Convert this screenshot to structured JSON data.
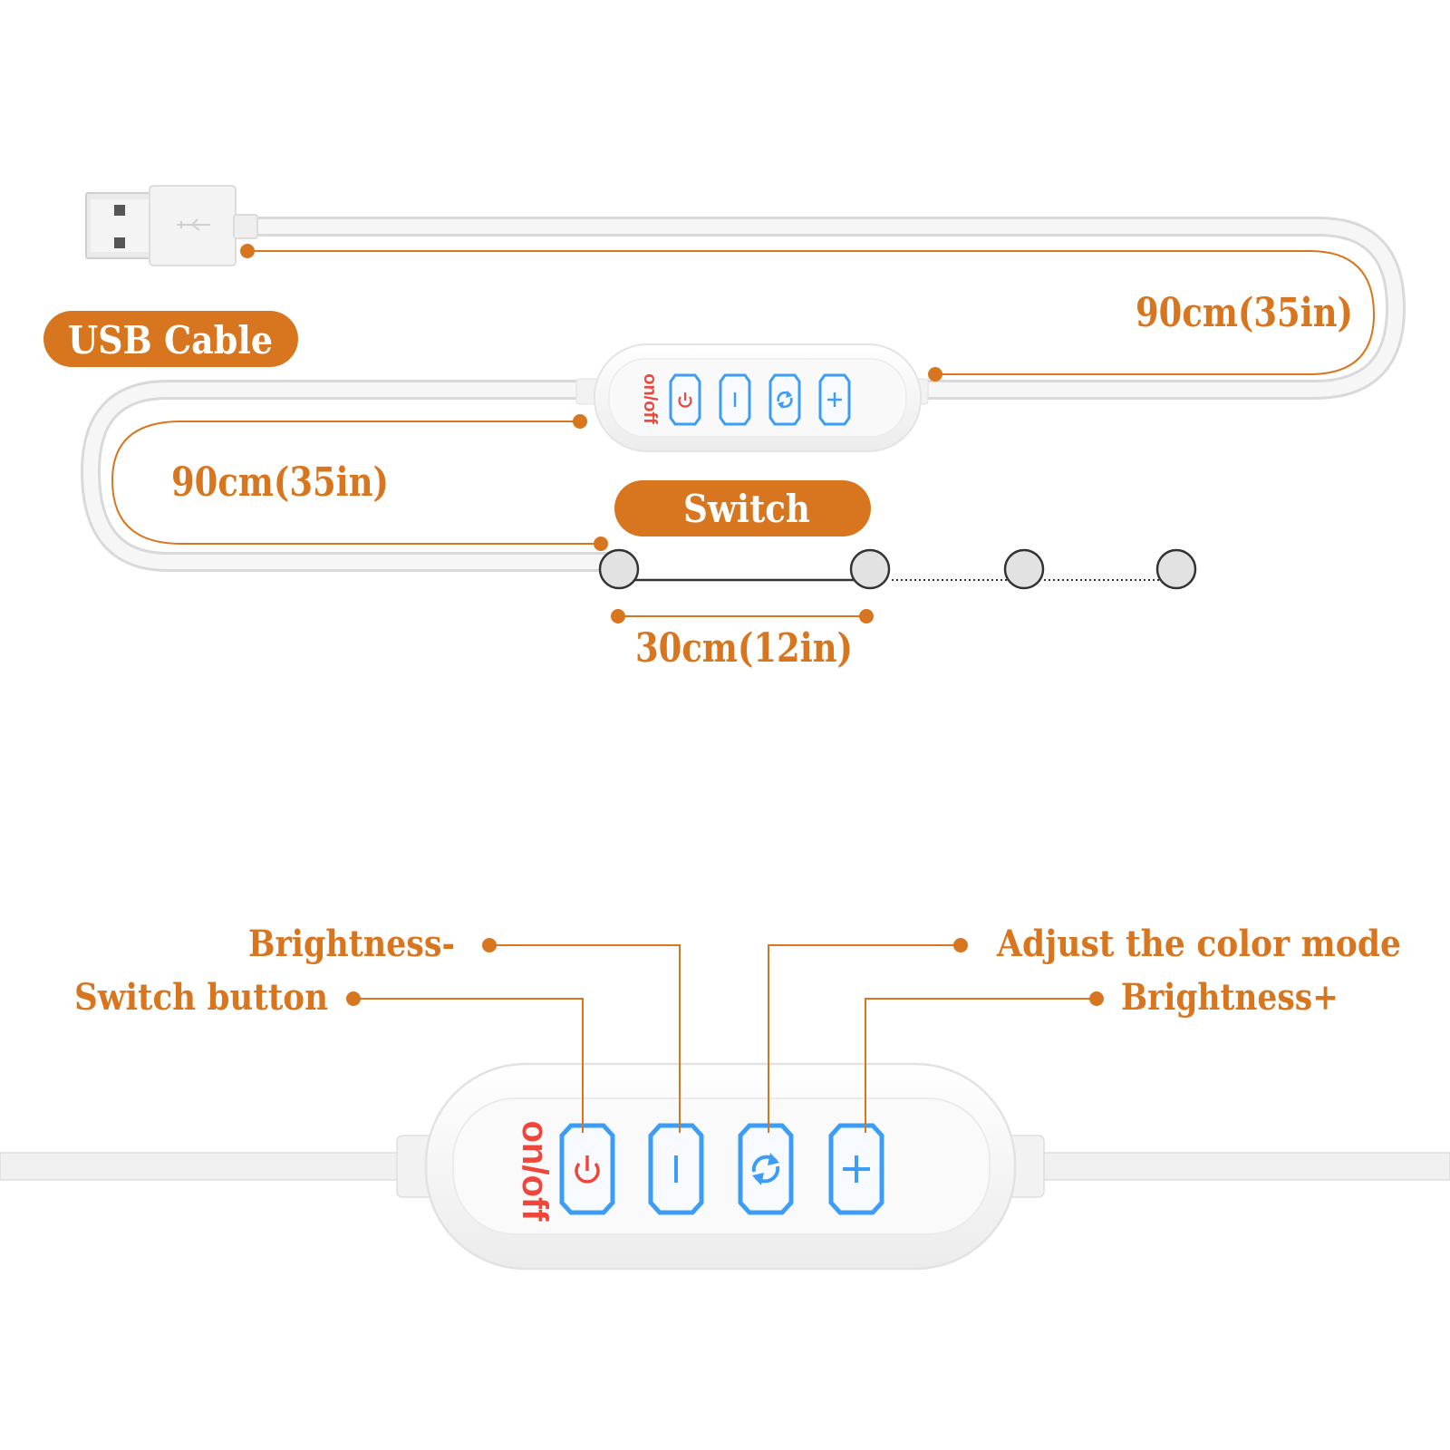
{
  "labels": {
    "usb_cable": "USB Cable",
    "switch": "Switch",
    "length_top": "90cm(35in)",
    "length_left": "90cm(35in)",
    "led_spacing": "30cm(12in)",
    "onoff": "on/off",
    "brightness_minus": "Brightness-",
    "switch_button": "Switch button",
    "adjust_color_mode": "Adjust the color mode",
    "brightness_plus": "Brightness+"
  },
  "colors": {
    "accent": "#d8761f",
    "button_blue": "#3d9df5",
    "power_red": "#f0453a",
    "cable": "#f0f0f0",
    "led_fill": "#e2e2e2"
  },
  "icons": [
    "power-icon",
    "minus-icon",
    "cycle-icon",
    "plus-icon"
  ]
}
